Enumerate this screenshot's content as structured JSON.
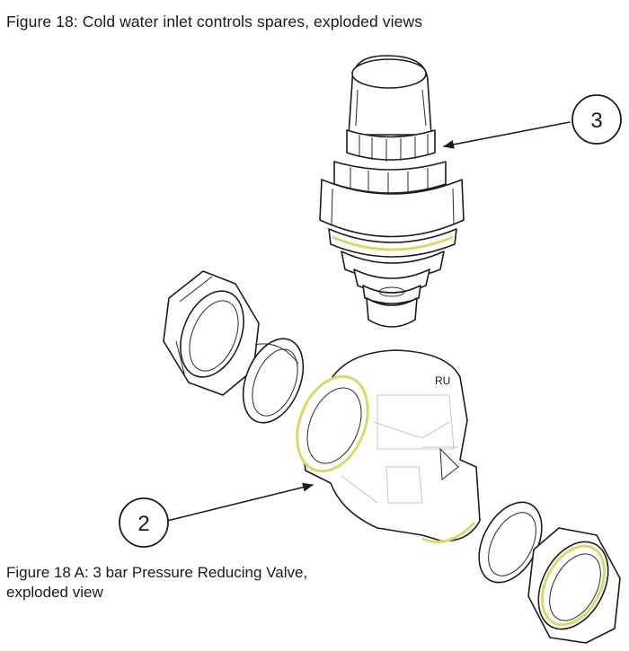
{
  "title": "Figure 18: Cold water inlet controls spares, exploded views",
  "caption": {
    "line1": "Figure 18 A: 3 bar Pressure Reducing Valve,",
    "line2": "exploded view"
  },
  "callouts": [
    {
      "label": "3"
    },
    {
      "label": "2"
    }
  ]
}
